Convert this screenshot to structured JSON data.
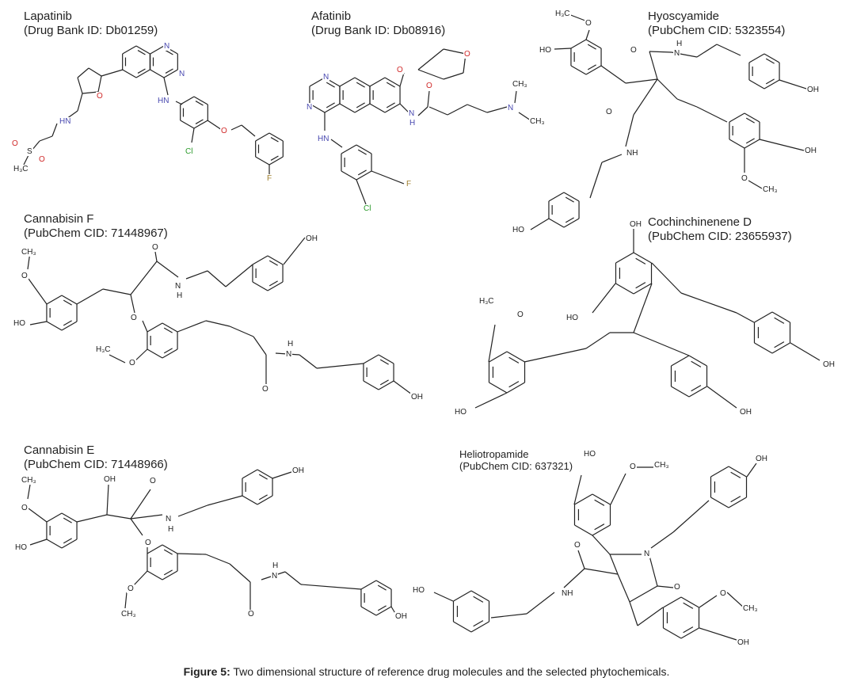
{
  "figure": {
    "caption_label": "Figure 5:",
    "caption_text": " Two dimensional structure of reference drug molecules and the selected phytochemicals.",
    "colors": {
      "nitrogen": "#4848b0",
      "oxygen": "#d02a2a",
      "chlorine": "#2a9a2a",
      "fluorine": "#a08030",
      "bond": "#222222"
    },
    "panels": [
      {
        "name": "Lapatinib",
        "id": "(Drug Bank ID: Db01259)",
        "atoms": [
          "N",
          "N",
          "HN",
          "O",
          "HN",
          "O",
          "S",
          "O",
          "H₃C",
          "Cl",
          "O",
          "F"
        ]
      },
      {
        "name": "Afatinib",
        "id": "(Drug Bank ID: Db08916)",
        "atoms": [
          "N",
          "N",
          "O",
          "O",
          "N",
          "H",
          "O",
          "N",
          "CH₃",
          "CH₃",
          "HN",
          "F",
          "Cl"
        ]
      },
      {
        "name": "Hyoscyamide",
        "id": "(PubChem CID: 5323554)",
        "atoms": [
          "H₃C",
          "O",
          "HO",
          "O",
          "H",
          "N",
          "OH",
          "O",
          "NH",
          "OH",
          "O",
          "CH₃",
          "HO"
        ]
      },
      {
        "name": "Cannabisin F",
        "id": "(PubChem CID: 71448967)",
        "atoms": [
          "CH₃",
          "O",
          "HO",
          "O",
          "N",
          "H",
          "OH",
          "O",
          "H₃C",
          "O",
          "H",
          "N",
          "O",
          "OH"
        ]
      },
      {
        "name": "Cochinchinenene D",
        "id": "(PubChem CID: 23655937)",
        "atoms": [
          "OH",
          "HO",
          "H₃C",
          "O",
          "HO",
          "OH",
          "OH"
        ]
      },
      {
        "name": "Cannabisin E",
        "id": "(PubChem CID: 71448966)",
        "atoms": [
          "CH₃",
          "O",
          "HO",
          "OH",
          "O",
          "N",
          "H",
          "OH",
          "O",
          "O",
          "CH₃",
          "H",
          "N",
          "O",
          "OH"
        ]
      },
      {
        "name": "Heliotropamide",
        "id": "(PubChem CID: 637321)",
        "atoms": [
          "HO",
          "O",
          "CH₃",
          "OH",
          "N",
          "O",
          "NH",
          "O",
          "HO",
          "O",
          "CH₃",
          "OH"
        ]
      }
    ]
  }
}
